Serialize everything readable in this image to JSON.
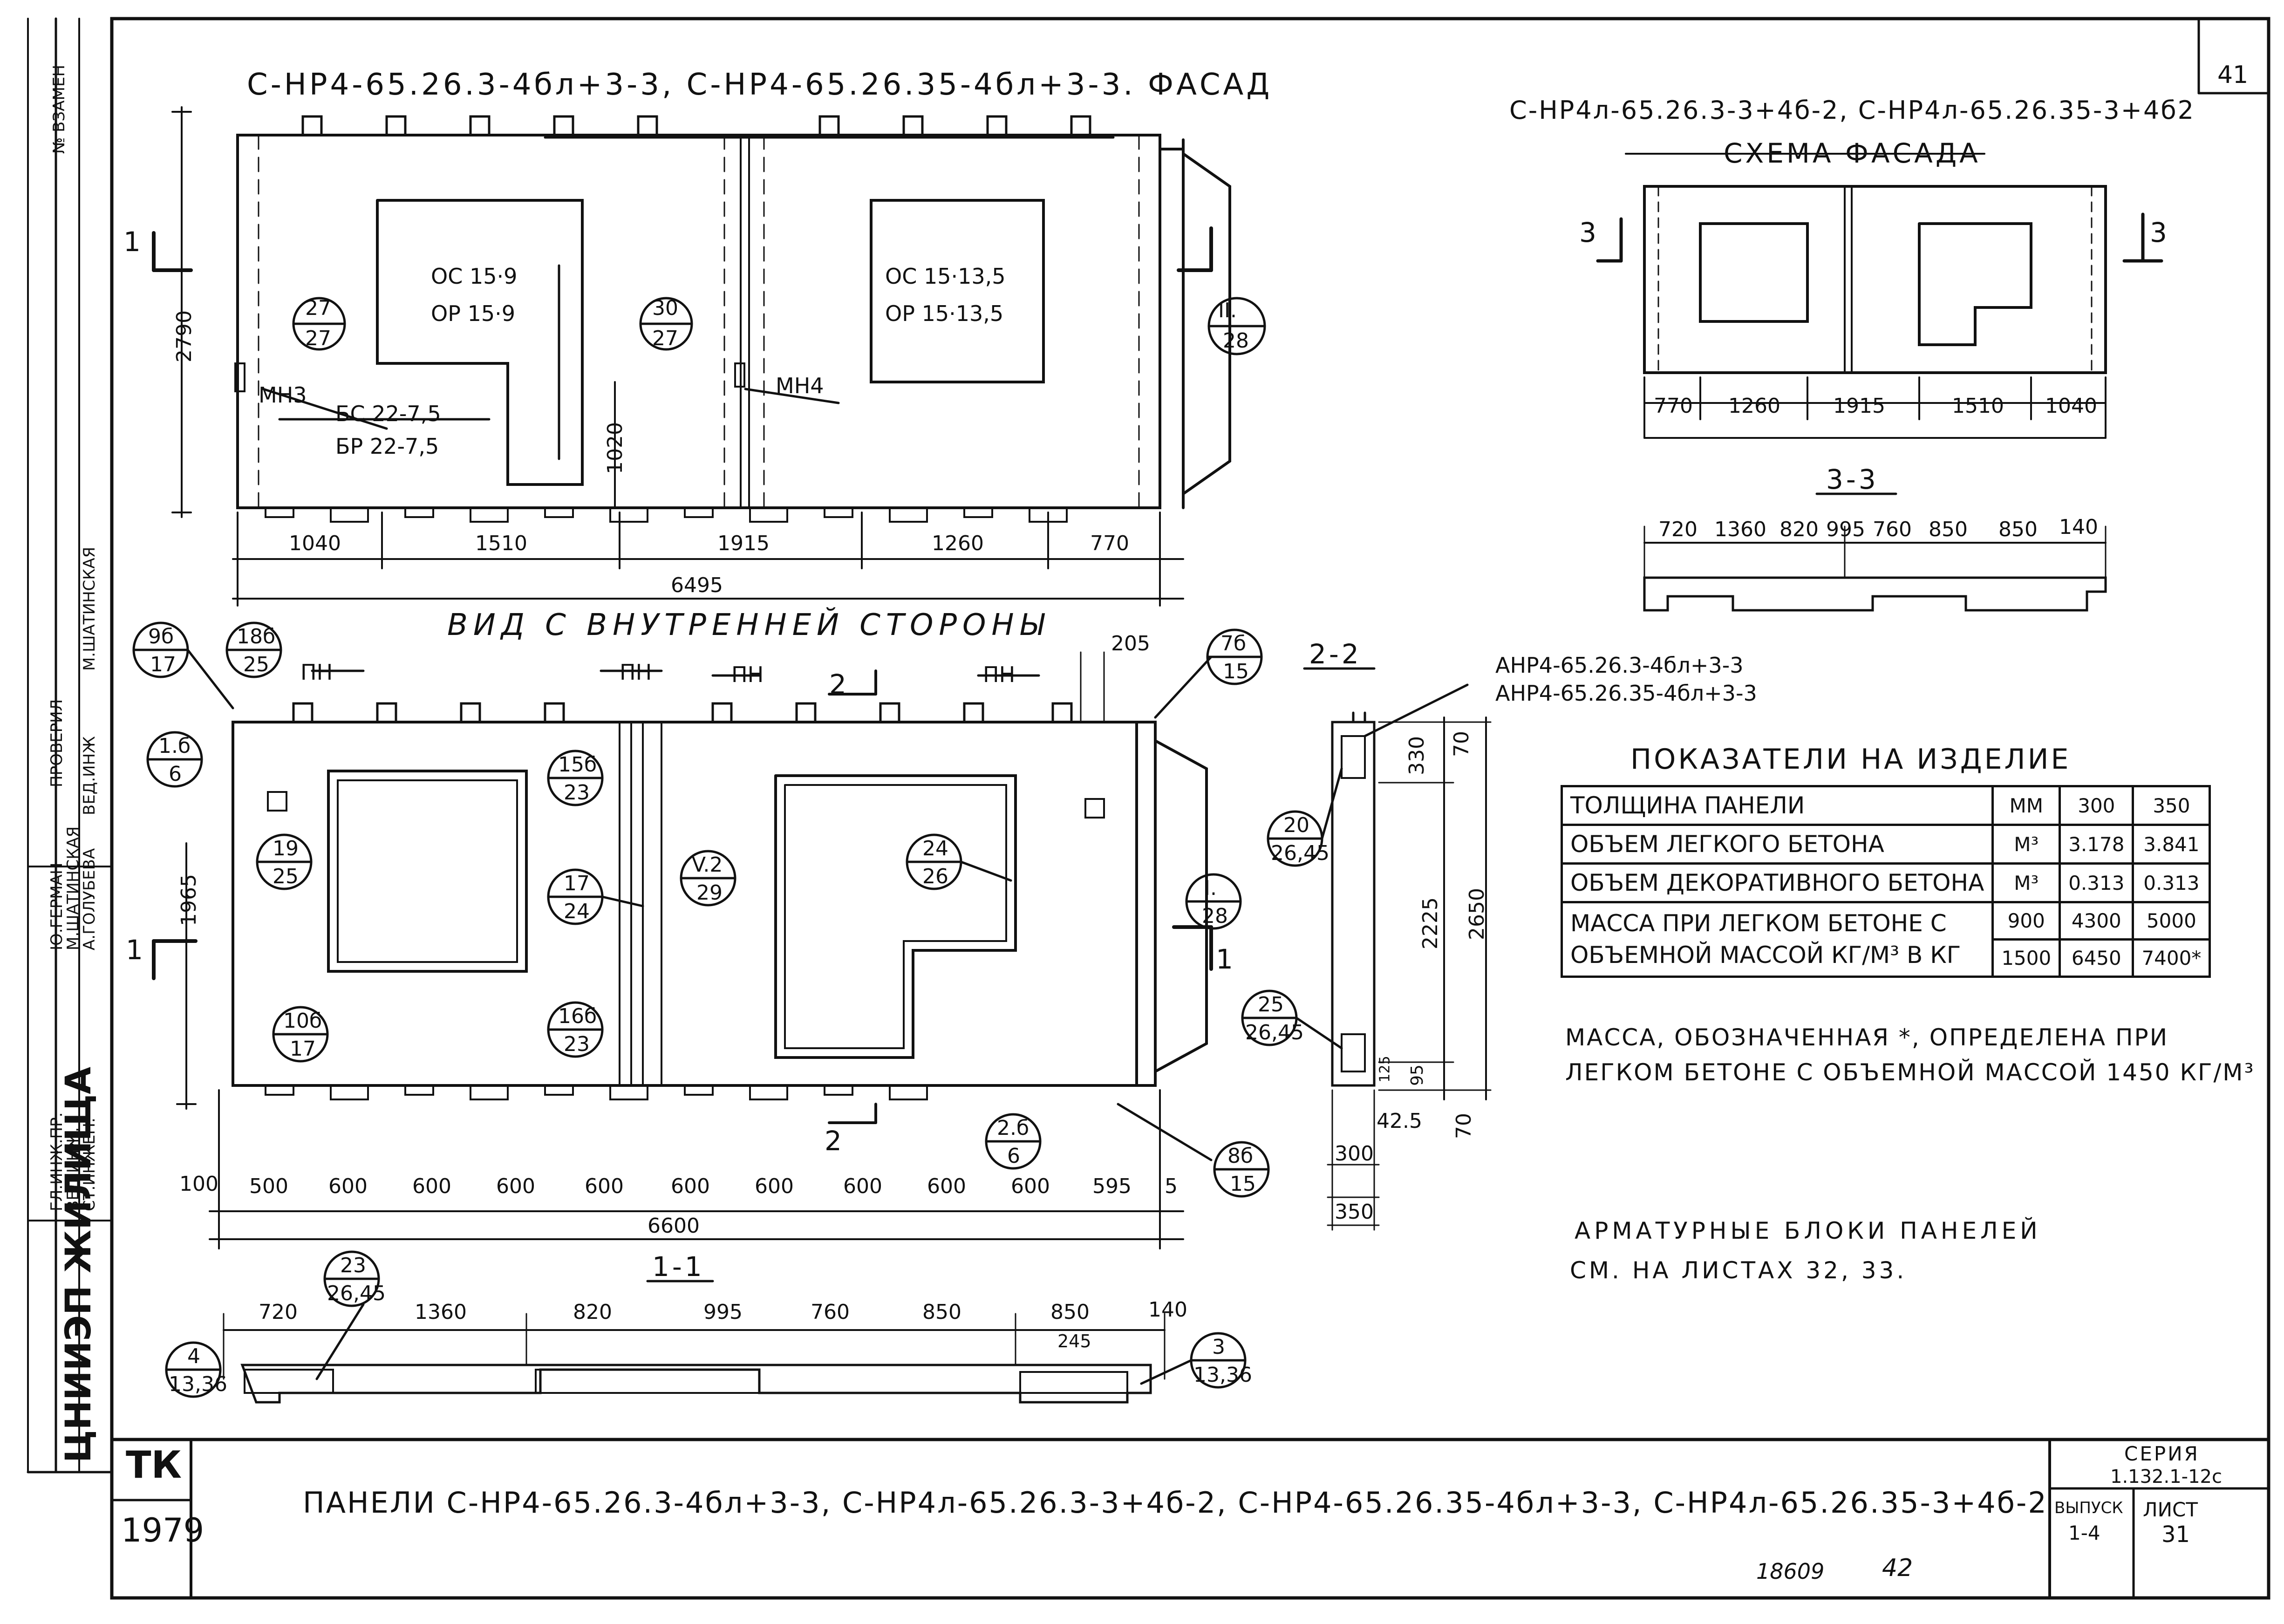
{
  "sheet_number_top": "41",
  "facade_title": "С-НР4-65.26.3-4бл+3-3, С-НР4-65.26.35-4бл+3-3. ФАСАД",
  "scheme_title": "С-НР4л-65.26.3-3+4б-2, С-НР4л-65.26.35-3+4б2",
  "scheme_subtitle": "СХЕМА ФАСАДА",
  "inner_view_title": "ВИД С ВНУТРЕННЕЙ СТОРОНЫ",
  "section_2_title": "2-2",
  "section_3_title": "3-3",
  "section_1_title": "1-1",
  "anp_labels": [
    "АНР4-65.26.3-4бл+3-3",
    "АНР4-65.26.35-4бл+3-3"
  ],
  "facade": {
    "window_left": [
      "ОС 15·9",
      "ОР 15·9"
    ],
    "window_right": [
      "ОС 15·13,5",
      "ОР 15·13,5"
    ],
    "door": [
      "БС 22-7,5",
      "БР 22-7,5"
    ],
    "mn3": "МН3",
    "mn4": "МН4",
    "height": "2790",
    "sill": "1020",
    "bottom_dims": [
      "1040",
      "1510",
      "1915",
      "1260",
      "770"
    ],
    "total": "6495",
    "cut_mark": "1",
    "callouts": [
      [
        "27",
        "27"
      ],
      [
        "30",
        "27"
      ],
      [
        "II.",
        "28"
      ]
    ]
  },
  "scheme": {
    "dims": [
      "770",
      "1260",
      "1915",
      "1510",
      "1040"
    ],
    "cut_mark": "3",
    "section_dims": [
      "720",
      "1360",
      "820",
      "995",
      "760",
      "850",
      "850",
      "140"
    ]
  },
  "inner": {
    "pn": [
      "ПН",
      "ПН",
      "ПН",
      "ПН"
    ],
    "dim_205": "205",
    "height": "1965",
    "bottom_dims": [
      "100",
      "500",
      "600",
      "600",
      "600",
      "600",
      "600",
      "600",
      "600",
      "600",
      "600",
      "595",
      "5"
    ],
    "total": "6600",
    "cut_mark": "1",
    "cut_mark_2": "2",
    "callouts": [
      [
        "9б",
        "17"
      ],
      [
        "18б",
        "25"
      ],
      [
        "1.б",
        "6"
      ],
      [
        "19",
        "25"
      ],
      [
        "10б",
        "17"
      ],
      [
        "15б",
        "23"
      ],
      [
        "17",
        "24"
      ],
      [
        "16б",
        "23"
      ],
      [
        "V.2",
        "29"
      ],
      [
        "24",
        "26"
      ],
      [
        "2.б",
        "6"
      ],
      [
        "7б",
        "15"
      ],
      [
        "I.",
        "28"
      ],
      [
        "8б",
        "15"
      ]
    ]
  },
  "section2": {
    "dims_right": [
      "70",
      "330",
      "2225",
      "2650",
      "95",
      "70"
    ],
    "dims_bottom": [
      "42.5",
      "300",
      "350"
    ],
    "dim_125": "125",
    "callouts": [
      [
        "20",
        "26,45"
      ],
      [
        "25",
        "26,45"
      ]
    ]
  },
  "section1": {
    "dims": [
      "720",
      "1360",
      "820",
      "995",
      "760",
      "850",
      "850",
      "140"
    ],
    "dim_245": "245",
    "callouts": [
      [
        "23",
        "26,45"
      ],
      [
        "4",
        "13,36"
      ],
      [
        "3",
        "13,36"
      ]
    ]
  },
  "indicators": {
    "title": "ПОКАЗАТЕЛИ НА ИЗДЕЛИЕ",
    "rows": [
      {
        "label": "ТОЛЩИНА ПАНЕЛИ",
        "unit": "ММ",
        "a": "300",
        "b": "350"
      },
      {
        "label": "ОБЪЕМ ЛЕГКОГО БЕТОНА",
        "unit": "М³",
        "a": "3.178",
        "b": "3.841"
      },
      {
        "label": "ОБЪЕМ ДЕКОРАТИВНОГО БЕТОНА",
        "unit": "М³",
        "a": "0.313",
        "b": "0.313"
      }
    ],
    "mass_label_1": "МАССА ПРИ ЛЕГКОМ БЕТОНЕ С",
    "mass_label_2": "ОБЪЕМНОЙ МАССОЙ КГ/М³ В КГ",
    "mass_rows": [
      {
        "density": "900",
        "a": "4300",
        "b": "5000"
      },
      {
        "density": "1500",
        "a": "6450",
        "b": "7400*"
      }
    ]
  },
  "note_1": "МАССА, ОБОЗНАЧЕННАЯ *, ОПРЕДЕЛЕНА ПРИ",
  "note_2": "ЛЕГКОМ БЕТОНЕ С ОБЪЕМНОЙ МАССОЙ 1450 КГ/М³",
  "note_3": "АРМАТУРНЫЕ БЛОКИ ПАНЕЛЕЙ",
  "note_4": "СМ. НА ЛИСТАХ 32, 33.",
  "title_block": {
    "org": "ЦНИИЭП ЖИЛИЩА",
    "tk": "ТК",
    "year": "1979",
    "title": "ПАНЕЛИ С-НР4-65.26.3-4бл+3-3, С-НР4л-65.26.3-3+4б-2, С-НР4-65.26.35-4бл+3-3, С-НР4л-65.26.35-3+4б-2",
    "series_label": "СЕРИЯ",
    "series": "1.132.1-12с",
    "issue_label": "ВЫПУСК",
    "issue": "1-4",
    "sheet_label": "ЛИСТ",
    "sheet": "31",
    "bottom_num": "18609",
    "bottom_page": "42"
  },
  "stamp": {
    "cells": [
      "ГЛ.ИНЖ.ПР.",
      "ВЕД.ИНЖ.",
      "СТ.ИНЖЕН.",
      "Ю.ГЕРМАН",
      "М.ШАТИНСКАЯ",
      "А.ГОЛУБЕВА",
      "ПРОВЕРИЛ",
      "ВЕД.ИНЖ",
      "М.ШАТИНСКАЯ",
      "№ ВЗАМЕН"
    ]
  }
}
